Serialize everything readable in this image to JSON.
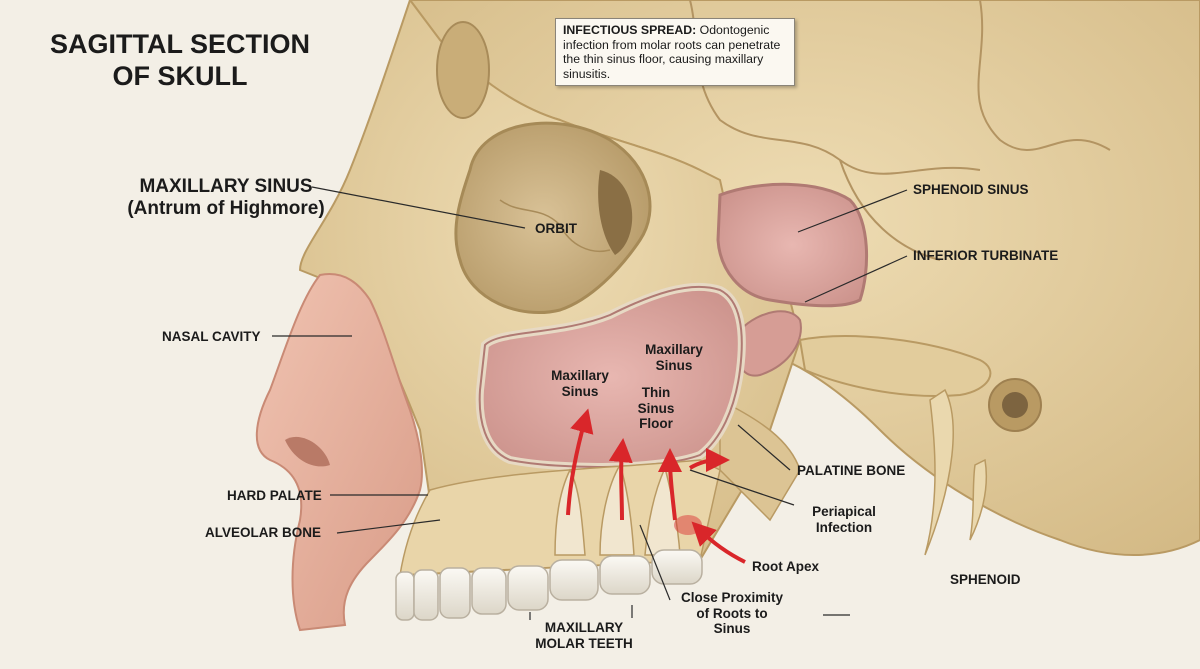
{
  "title": {
    "line1": "SAGITTAL SECTION",
    "line2": "OF SKULL"
  },
  "note": {
    "heading": "INFECTIOUS SPREAD:",
    "body": "Odontogenic infection from molar roots can penetrate the thin sinus floor, causing maxillary sinusitis."
  },
  "labels": {
    "maxillary_sinus_main": {
      "line1": "MAXILLARY SINUS",
      "line2": "(Antrum of Highmore)"
    },
    "orbit": "ORBIT",
    "nasal_cavity": "NASAL CAVITY",
    "hard_palate": "HARD PALATE",
    "alveolar_bone": "ALVEOLAR BONE",
    "maxillary_molar_teeth": {
      "line1": "MAXILLARY",
      "line2": "MOLAR TEETH"
    },
    "sphenoid_sinus": "SPHENOID SINUS",
    "inferior_turbinate": "INFERIOR TURBINATE",
    "palatine_bone": "PALATINE BONE",
    "sphenoid": "SPHENOID",
    "maxillary_sinus_inner_a": {
      "line1": "Maxillary",
      "line2": "Sinus"
    },
    "maxillary_sinus_inner_b": {
      "line1": "Maxillary",
      "line2": "Sinus"
    },
    "thin_sinus_floor": {
      "line1": "Thin",
      "line2": "Sinus",
      "line3": "Floor"
    },
    "periapical_infection": {
      "line1": "Periapical",
      "line2": "Infection"
    },
    "root_apex": "Root Apex",
    "close_proximity": {
      "line1": "Close Proximity",
      "line2": "of Roots to",
      "line3": "Sinus"
    }
  },
  "colors": {
    "background": "#f3efe6",
    "bone": "#e6d2a6",
    "bone_shadow": "#c9ad78",
    "sinus": "#d8a09a",
    "soft_tissue": "#e7b3a1",
    "arrow": "#d9262a",
    "tooth": "#f4f1ea"
  }
}
